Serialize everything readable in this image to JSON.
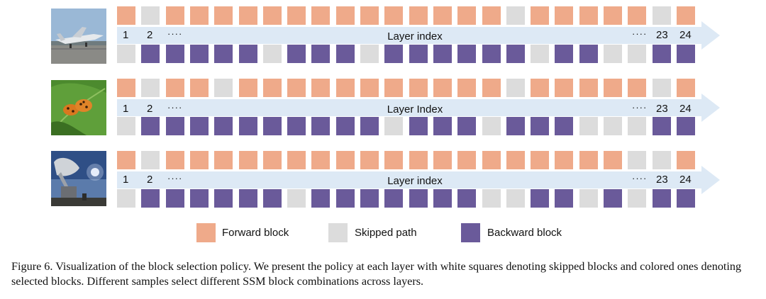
{
  "panels": [
    {
      "image": "airplane-photo",
      "axis_title": "Layer index",
      "labels": {
        "first": "1",
        "second": "2",
        "dots_left": "····",
        "dots_right": "····",
        "second_last": "23",
        "last": "24"
      },
      "forward": [
        1,
        0,
        1,
        1,
        1,
        1,
        1,
        1,
        1,
        1,
        1,
        1,
        1,
        1,
        1,
        1,
        0,
        1,
        1,
        1,
        1,
        1,
        0,
        1
      ],
      "backward": [
        0,
        1,
        1,
        1,
        1,
        1,
        0,
        1,
        1,
        1,
        0,
        1,
        1,
        1,
        1,
        1,
        1,
        0,
        1,
        1,
        0,
        0,
        1,
        1
      ]
    },
    {
      "image": "ladybug-leaf-photo",
      "axis_title": "Layer Index",
      "labels": {
        "first": "1",
        "second": "2",
        "dots_left": "····",
        "dots_right": "····",
        "second_last": "23",
        "last": "24"
      },
      "forward": [
        1,
        0,
        1,
        1,
        0,
        1,
        1,
        1,
        1,
        1,
        1,
        1,
        1,
        1,
        1,
        1,
        0,
        1,
        1,
        1,
        1,
        1,
        0,
        1
      ],
      "backward": [
        0,
        1,
        1,
        1,
        1,
        1,
        1,
        1,
        1,
        1,
        1,
        0,
        1,
        1,
        1,
        0,
        1,
        1,
        1,
        0,
        0,
        0,
        1,
        1
      ]
    },
    {
      "image": "radio-telescope-photo",
      "axis_title": "Layer index",
      "labels": {
        "first": "1",
        "second": "2",
        "dots_left": "····",
        "dots_right": "····",
        "second_last": "23",
        "last": "24"
      },
      "forward": [
        1,
        0,
        1,
        1,
        1,
        1,
        1,
        1,
        1,
        1,
        1,
        1,
        1,
        1,
        1,
        1,
        1,
        1,
        1,
        1,
        1,
        0,
        0,
        1
      ],
      "backward": [
        0,
        1,
        1,
        1,
        1,
        1,
        1,
        0,
        1,
        1,
        1,
        1,
        1,
        1,
        1,
        0,
        0,
        1,
        1,
        0,
        1,
        0,
        1,
        1
      ]
    }
  ],
  "legend": {
    "forward": "Forward block",
    "skipped": "Skipped path",
    "backward": "Backward block"
  },
  "colors": {
    "forward": "#efaa8a",
    "skipped": "#dcdcdc",
    "backward": "#6a5a9a",
    "arrow": "#dde9f5"
  },
  "caption": "Figure 6. Visualization of the block selection policy. We present the policy at each layer with white squares denoting skipped blocks and colored ones denoting selected blocks. Different samples select different SSM block combinations across layers."
}
